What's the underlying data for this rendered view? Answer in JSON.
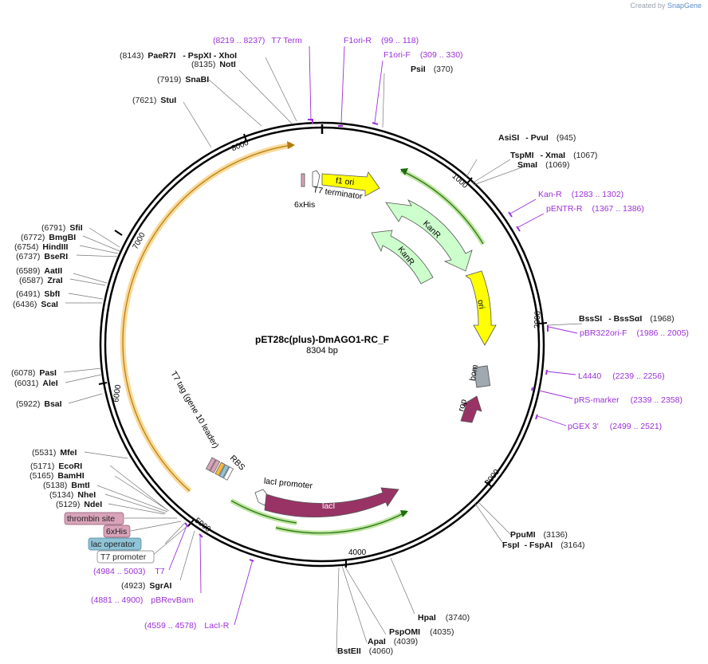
{
  "branding": {
    "prefix": "Created by",
    "name": "SnapGene"
  },
  "plasmid": {
    "name": "pET28c(plus)-DmAGO1-RC_F",
    "size_label": "8304 bp",
    "length": 8304
  },
  "ticks": [
    "1000",
    "2000",
    "3000",
    "4000",
    "5000",
    "6000",
    "7000",
    "8000"
  ],
  "enzyme_sites": [
    {
      "pos": "(8143)",
      "name": "PaeR7I",
      "extra": "- PspXI   - XhoI"
    },
    {
      "pos": "(8135)",
      "name": "NotI",
      "extra": ""
    },
    {
      "pos": "(7919)",
      "name": "SnaBI",
      "extra": ""
    },
    {
      "pos": "(7621)",
      "name": "StuI",
      "extra": ""
    },
    {
      "pos": "(6791)",
      "name": "SfiI",
      "extra": ""
    },
    {
      "pos": "(6772)",
      "name": "BmgBI",
      "extra": ""
    },
    {
      "pos": "(6754)",
      "name": "HindIII",
      "extra": ""
    },
    {
      "pos": "(6737)",
      "name": "BseRI",
      "extra": ""
    },
    {
      "pos": "(6589)",
      "name": "AatII",
      "extra": ""
    },
    {
      "pos": "(6587)",
      "name": "ZraI",
      "extra": ""
    },
    {
      "pos": "(6491)",
      "name": "SbfI",
      "extra": ""
    },
    {
      "pos": "(6436)",
      "name": "ScaI",
      "extra": ""
    },
    {
      "pos": "(6078)",
      "name": "PasI",
      "extra": ""
    },
    {
      "pos": "(6031)",
      "name": "AleI",
      "extra": ""
    },
    {
      "pos": "(5922)",
      "name": "BsaI",
      "extra": ""
    },
    {
      "pos": "(5531)",
      "name": "MfeI",
      "extra": ""
    },
    {
      "pos": "(5171)",
      "name": "EcoRI",
      "extra": ""
    },
    {
      "pos": "(5165)",
      "name": "BamHI",
      "extra": ""
    },
    {
      "pos": "(5138)",
      "name": "BmtI",
      "extra": ""
    },
    {
      "pos": "(5134)",
      "name": "NheI",
      "extra": ""
    },
    {
      "pos": "(5129)",
      "name": "NdeI",
      "extra": ""
    },
    {
      "pos": "(4923)",
      "name": "SgrAI",
      "extra": ""
    },
    {
      "pos": "(370)",
      "name": "PsiI",
      "extra": ""
    },
    {
      "pos": "(945)",
      "name": "AsiSI",
      "extra": "- PvuI"
    },
    {
      "pos": "(1067)",
      "name": "TspMI",
      "extra": "- XmaI"
    },
    {
      "pos": "(1069)",
      "name": "SmaI",
      "extra": ""
    },
    {
      "pos": "(1968)",
      "name": "BssSI",
      "extra": "- BssSαI"
    },
    {
      "pos": "(3136)",
      "name": "PpuMI",
      "extra": ""
    },
    {
      "pos": "(3164)",
      "name": "FspI",
      "extra": "- FspAI"
    },
    {
      "pos": "(3740)",
      "name": "HpaI",
      "extra": ""
    },
    {
      "pos": "(4035)",
      "name": "PspOMI",
      "extra": ""
    },
    {
      "pos": "(4039)",
      "name": "ApaI",
      "extra": ""
    },
    {
      "pos": "(4060)",
      "name": "BstEII",
      "extra": ""
    }
  ],
  "primers": [
    {
      "range": "(8219 .. 8237)",
      "name": "T7 Term"
    },
    {
      "range": "(99 .. 118)",
      "name": "F1ori-R"
    },
    {
      "range": "(309 .. 330)",
      "name": "F1ori-F"
    },
    {
      "range": "(1283 .. 1302)",
      "name": "Kan-R"
    },
    {
      "range": "(1367 .. 1386)",
      "name": "pENTR-R"
    },
    {
      "range": "(1986 .. 2005)",
      "name": "pBR322ori-F"
    },
    {
      "range": "(2239 .. 2256)",
      "name": "L4440"
    },
    {
      "range": "(2339 .. 2358)",
      "name": "pRS-marker"
    },
    {
      "range": "(2499 .. 2521)",
      "name": "pGEX 3'"
    },
    {
      "range": "(4984 .. 5003)",
      "name": "T7"
    },
    {
      "range": "(4881 .. 4900)",
      "name": "pBRevBam"
    },
    {
      "range": "(4559 .. 4578)",
      "name": "LacI-R"
    }
  ],
  "features": {
    "f1_ori": "f1 ori",
    "t7_terminator": "T7 terminator",
    "his_top": "6xHis",
    "kanr_outer": "KanR",
    "kanr_inner": "KanR",
    "ori": "ori",
    "bom": "bom",
    "rop": "rop",
    "laci_promoter": "lacI promoter",
    "laci": "lacI",
    "t7_tag": "T7 tag (gene 10 leader)",
    "rbs": "RBS"
  },
  "boxed_labels": [
    {
      "text": "thrombin site",
      "color": "#d9a3b9"
    },
    {
      "text": "6xHis",
      "color": "#d9a3b9"
    },
    {
      "text": "lac operator",
      "color": "#8fc3d6"
    },
    {
      "text": "T7 promoter",
      "color": "#ffffff"
    }
  ],
  "colors": {
    "primer": "#9b30d9",
    "f1ori": "#ffff00",
    "kanr": "#ccffcc",
    "laci": "#993366",
    "rop": "#993366",
    "bom": "#a0a8b0",
    "orange_arc": "#f5b942",
    "green_arc": "#5fa832"
  }
}
